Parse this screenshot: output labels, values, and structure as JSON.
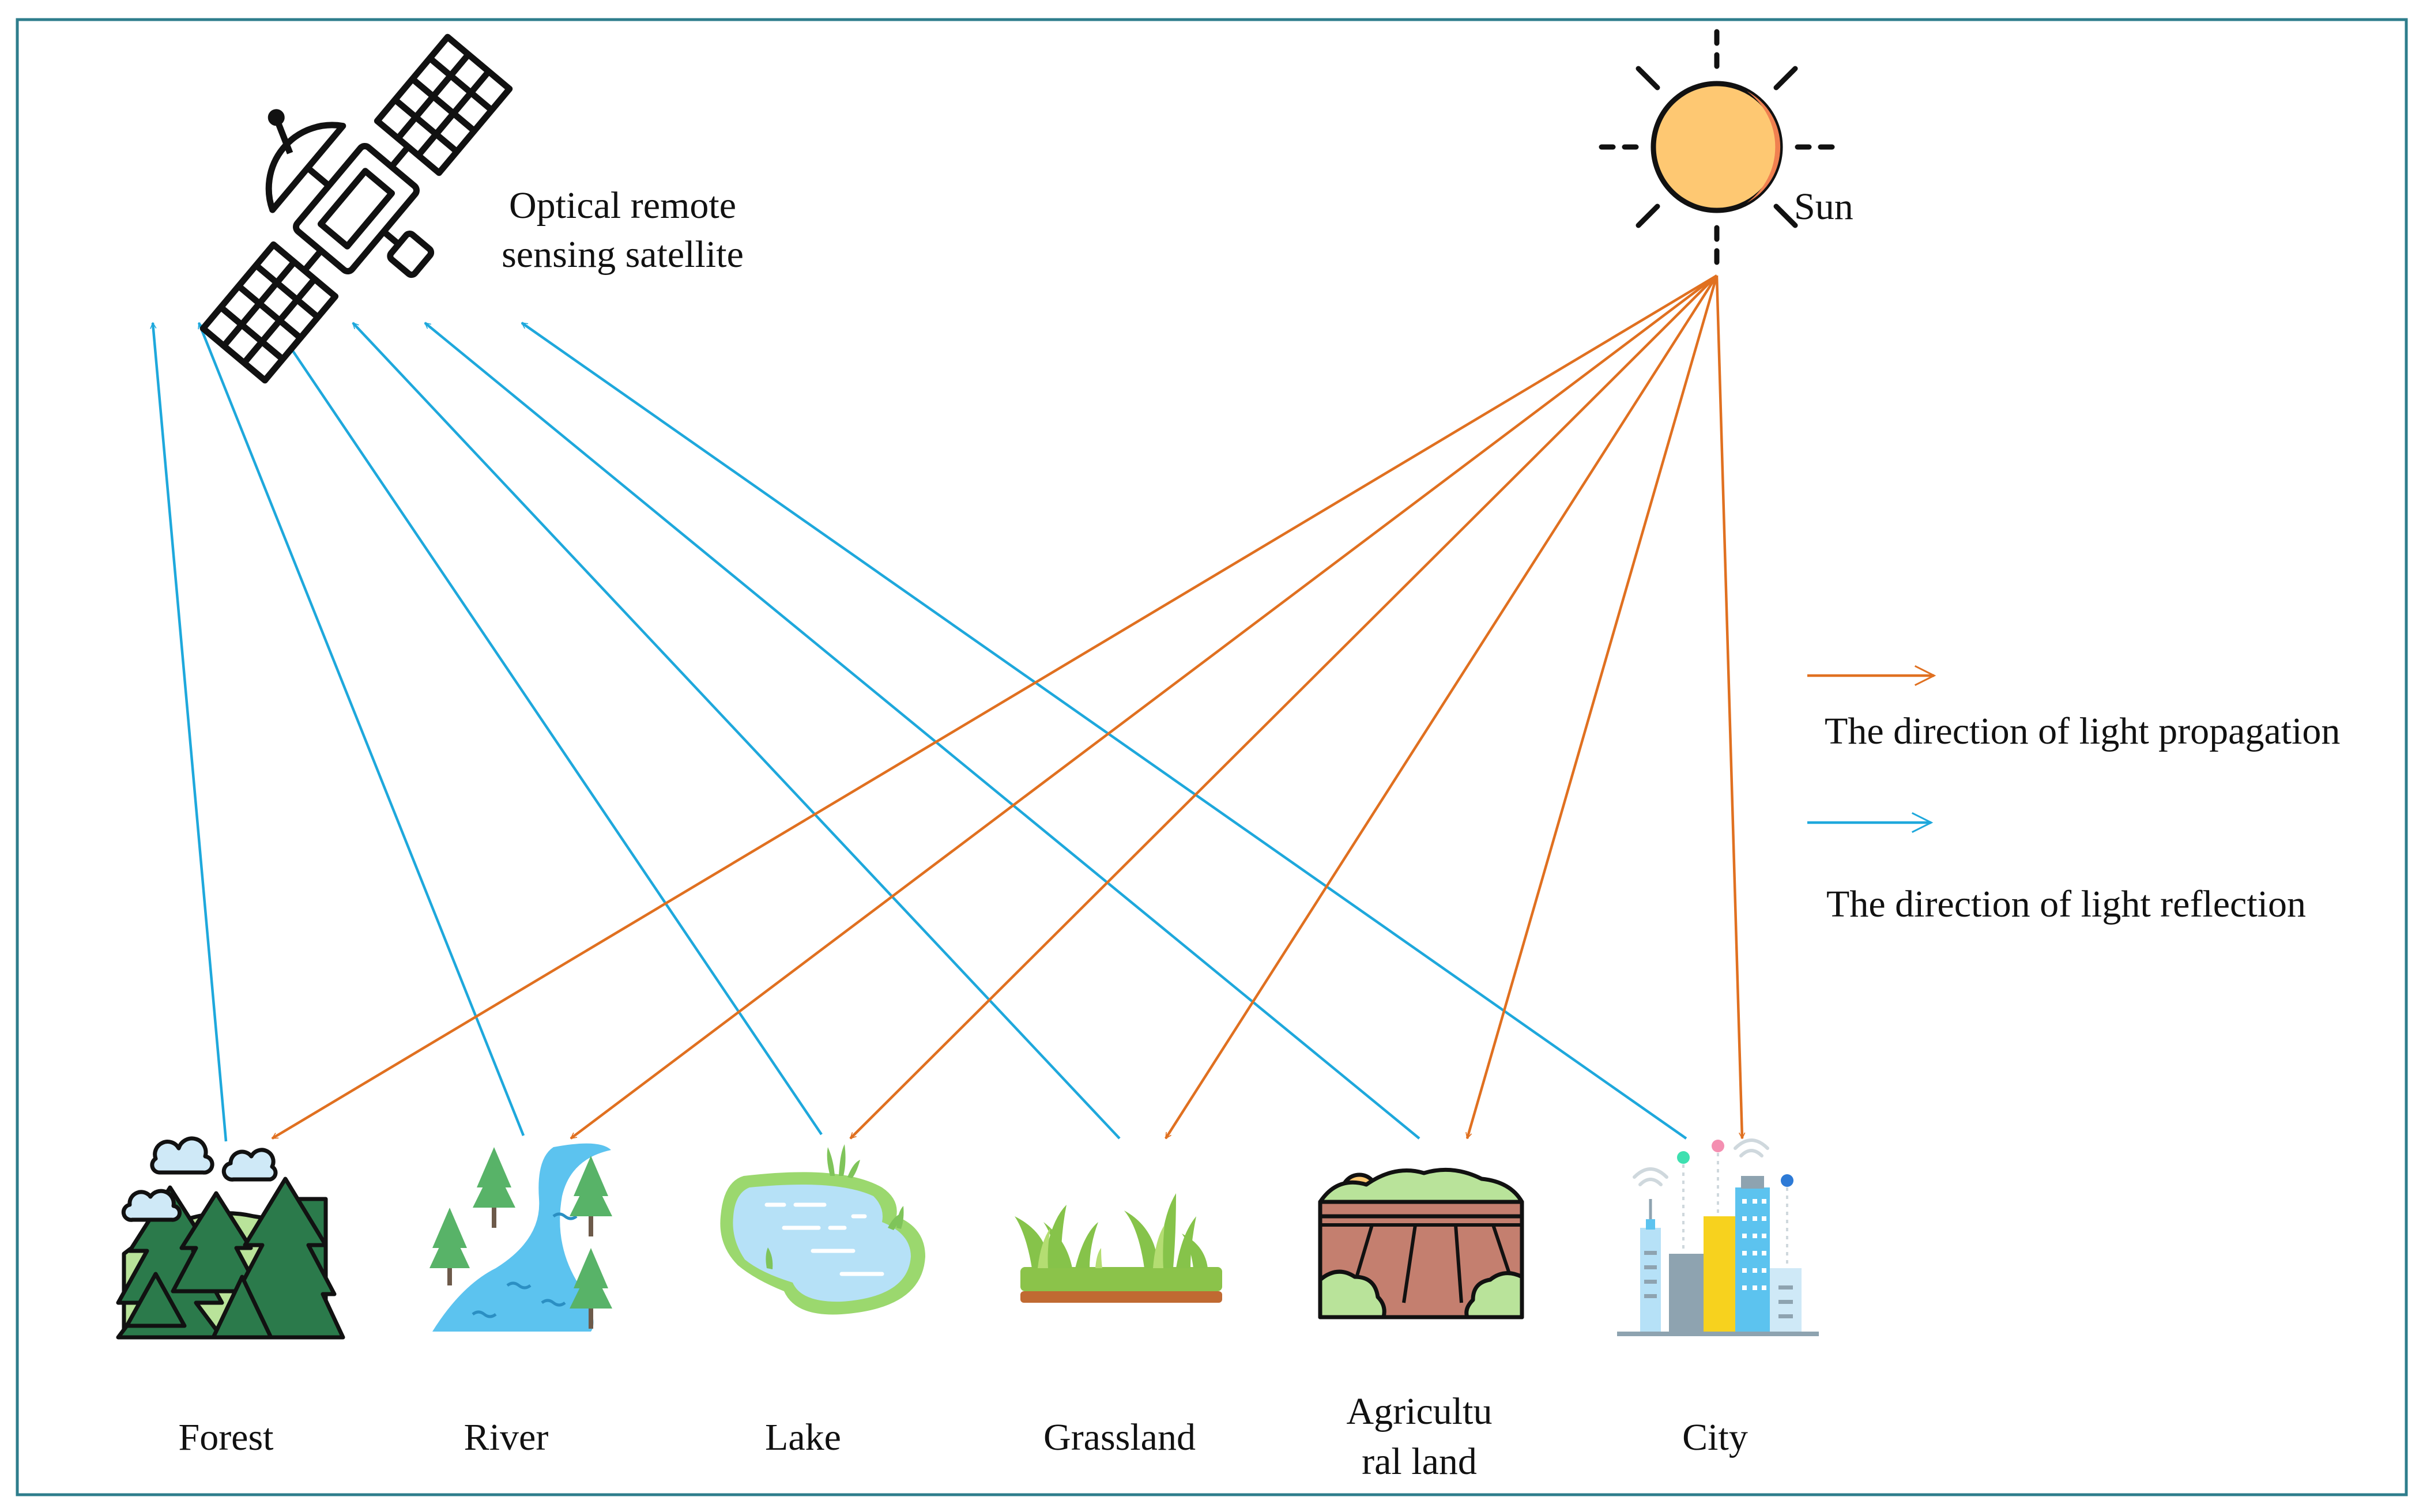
{
  "labels": {
    "satellite_line1": "Optical remote",
    "satellite_line2": "sensing satellite",
    "sun": "Sun",
    "forest": "Forest",
    "river": "River",
    "lake": "Lake",
    "grassland": "Grassland",
    "agri_line1": "Agricultu",
    "agri_line2": "ral land",
    "city": "City"
  },
  "legend": {
    "propagation": "The direction of light propagation",
    "reflection": "The direction of light reflection"
  },
  "colors": {
    "frame": "#2e7d8c",
    "propagation": "#e07020",
    "reflection": "#1ea8dc",
    "sun_fill": "#fec872",
    "sun_edge": "#f08050",
    "forest_dark": "#2b7a4b",
    "forest_light": "#b9e39a",
    "water": "#5cc3ef",
    "water_light": "#b6e1f7",
    "grass": "#8bc34a",
    "soil": "#c47f6f",
    "city_yellow": "#f7d21e"
  },
  "icons": {
    "satellite": "satellite-icon",
    "sun": "sun-icon",
    "forest": "forest-icon",
    "river": "river-icon",
    "lake": "lake-icon",
    "grassland": "grassland-icon",
    "agricultural": "farmland-icon",
    "city": "city-icon"
  }
}
